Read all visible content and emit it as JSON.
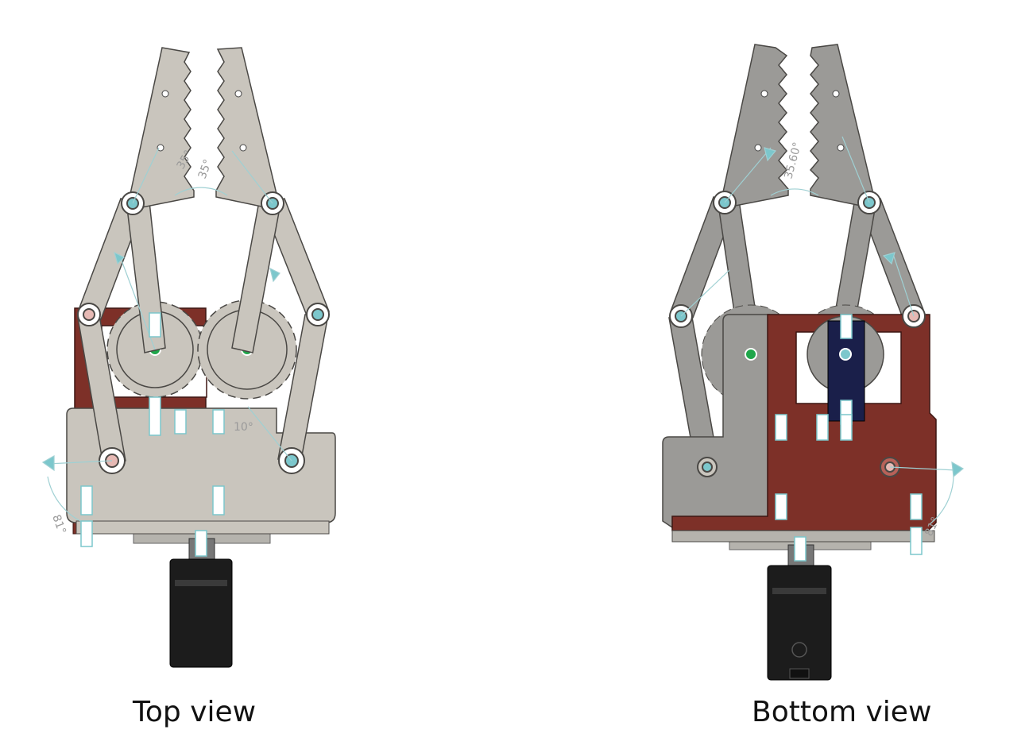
{
  "colors": {
    "background": "#ffffff",
    "part_gray": "#c9c5bd",
    "part_gray_dark": "#a9a59d",
    "bottom_gray": "#9b9a97",
    "base_red": "#7d3028",
    "servo_black": "#1c1c1c",
    "servo_dark_blue": "#1a1f4a",
    "joint_teal": "#7cc7cc",
    "gear_green": "#1fa64a",
    "dimension_gray": "#9a9a9a"
  },
  "views": [
    {
      "caption": "Top view",
      "annotations": {
        "a": "35°",
        "b": "35°",
        "c": "10°",
        "d": "81°"
      }
    },
    {
      "caption": "Bottom view",
      "annotations": {
        "a": "35.60°",
        "b": "81°"
      }
    }
  ]
}
